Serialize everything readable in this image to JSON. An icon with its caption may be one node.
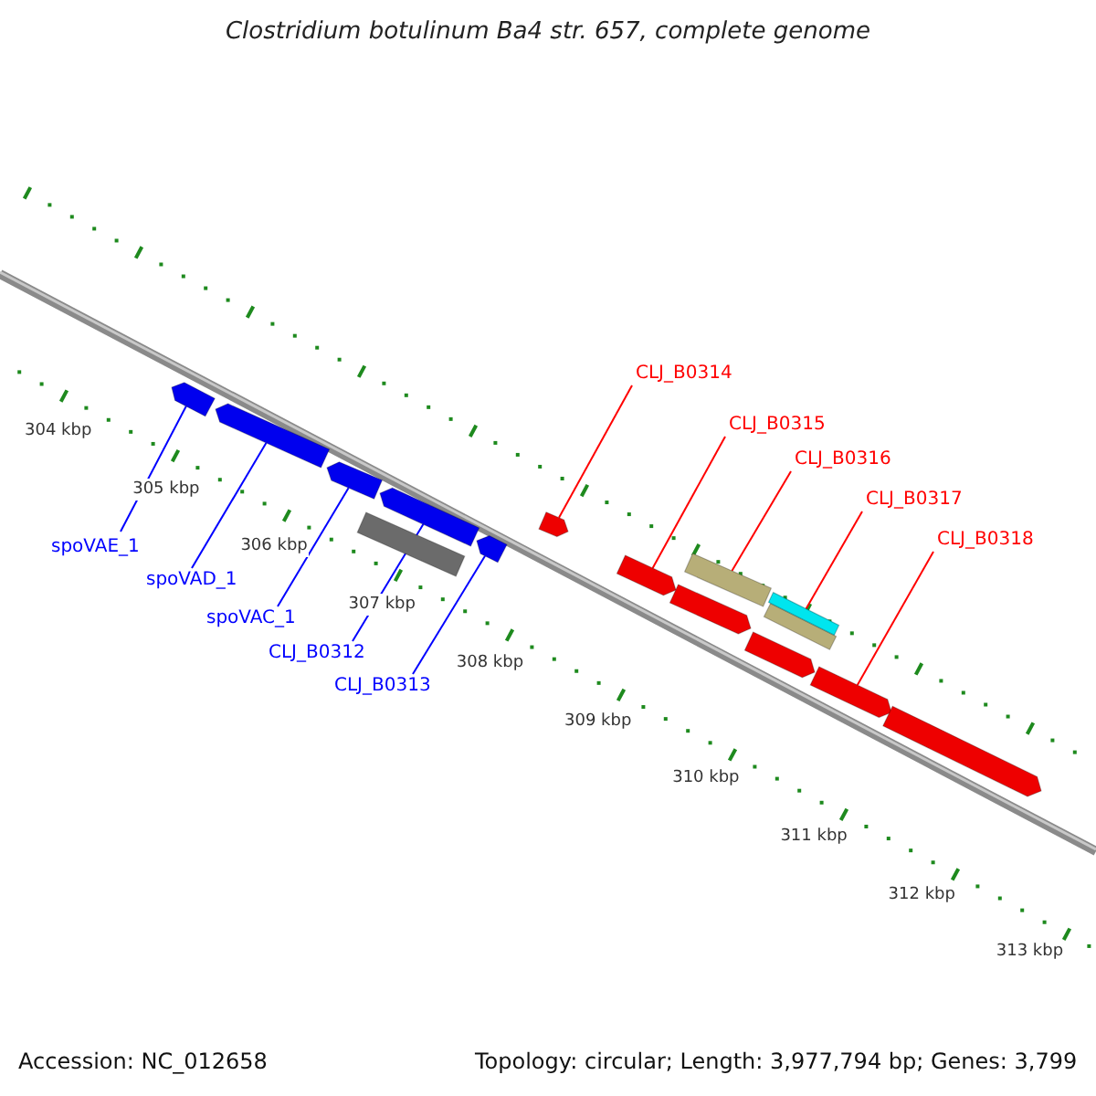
{
  "diagram": {
    "title": "Clostridium botulinum Ba4 str. 657, complete genome",
    "nodes": [
      {
        "text": [],
        "shape": "arrow"
      },
      {
        "text": [],
        "shape": "arrow"
      },
      {
        "text": [],
        "shape": "arrow"
      },
      {
        "text": [],
        "shape": "arrow"
      },
      {
        "text": [],
        "shape": "bar"
      },
      {
        "text": [],
        "shape": "arrow"
      },
      {
        "text": [],
        "shape": "arrow"
      },
      {
        "text": [],
        "shape": "arrow"
      },
      {
        "text": [],
        "shape": "bar"
      },
      {
        "text": [],
        "shape": "arrow"
      },
      {
        "text": [],
        "shape": "bar"
      },
      {
        "text": [],
        "shape": "bar"
      },
      {
        "text": [],
        "shape": "arrow"
      },
      {
        "text": [],
        "shape": "arrow"
      },
      {
        "text": [],
        "shape": "arrow"
      },
      {
        "text": [
          "spoVAE_1"
        ]
      },
      {
        "text": [
          "spoVAD_1"
        ]
      },
      {
        "text": [
          "spoVAC_1"
        ]
      },
      {
        "text": [
          "CLJ_B0312"
        ]
      },
      {
        "text": [
          "CLJ_B0313"
        ]
      },
      {
        "text": [
          "CLJ_B0314"
        ]
      },
      {
        "text": [
          "CLJ_B0315"
        ]
      },
      {
        "text": [
          "CLJ_B0316"
        ]
      },
      {
        "text": [
          "CLJ_B0317"
        ]
      },
      {
        "text": [
          "CLJ_B0318"
        ]
      }
    ],
    "edges": [
      {
        "from": 15,
        "to": 0,
        "arrow": "none",
        "color": "#0000ff"
      },
      {
        "from": 16,
        "to": 1,
        "arrow": "none",
        "color": "#0000ff"
      },
      {
        "from": 17,
        "to": 2,
        "arrow": "none",
        "color": "#0000ff"
      },
      {
        "from": 18,
        "to": 3,
        "arrow": "none",
        "color": "#0000ff"
      },
      {
        "from": 19,
        "to": 5,
        "arrow": "none",
        "color": "#0000ff"
      },
      {
        "from": 20,
        "to": 6,
        "arrow": "none",
        "color": "#ff0000"
      },
      {
        "from": 21,
        "to": 7,
        "arrow": "none",
        "color": "#ff0000"
      },
      {
        "from": 22,
        "to": 8,
        "arrow": "none",
        "color": "#ff0000"
      },
      {
        "from": 23,
        "to": 11,
        "arrow": "none",
        "color": "#ff0000"
      },
      {
        "from": 24,
        "to": 13,
        "arrow": "none",
        "color": "#ff0000"
      }
    ],
    "labels": [
      "304 kbp",
      "305 kbp",
      "306 kbp",
      "307 kbp",
      "308 kbp",
      "309 kbp",
      "310 kbp",
      "311 kbp",
      "312 kbp",
      "313 kbp",
      "Accession: NC_012658",
      "Topology: circular; Length: 3,977,794 bp; Genes: 3,799"
    ]
  }
}
